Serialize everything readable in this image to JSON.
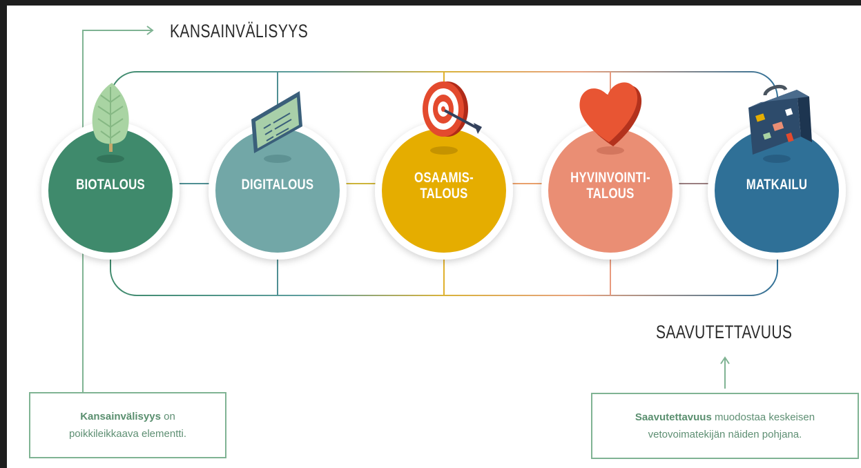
{
  "headings": {
    "internationality": "KANSAINVÄLISYYS",
    "accessibility": "SAAVUTETTAVUUS"
  },
  "circles": [
    {
      "line1": "BIOTALOUS",
      "line2": "",
      "color": "#3f8a6c",
      "icon": "leaf-icon"
    },
    {
      "line1": "DIGITALOUS",
      "line2": "",
      "color": "#72a7a7",
      "icon": "tablet-icon"
    },
    {
      "line1": "OSAAMIS-",
      "line2": "TALOUS",
      "color": "#e5ad00",
      "icon": "target-icon"
    },
    {
      "line1": "HYVINVOINTI-",
      "line2": "TALOUS",
      "color": "#ea8e74",
      "icon": "heart-icon"
    },
    {
      "line1": "MATKAILU",
      "line2": "",
      "color": "#2f7097",
      "icon": "suitcase-icon"
    }
  ],
  "notes": {
    "left": {
      "bold": "Kansainvälisyys",
      "rest1": " on",
      "line2": "poikkileikkaava elementti."
    },
    "right": {
      "bold": "Saavutettavuus",
      "rest1": " muodostaa keskeisen",
      "line2": "vetovoimatekijän näiden pohjana."
    }
  },
  "colors": {
    "green_line": "#7fb393",
    "frame_teal": "#3b7f83",
    "yellow": "#e5ad00",
    "coral": "#ea8e74",
    "blue": "#2f7097"
  }
}
